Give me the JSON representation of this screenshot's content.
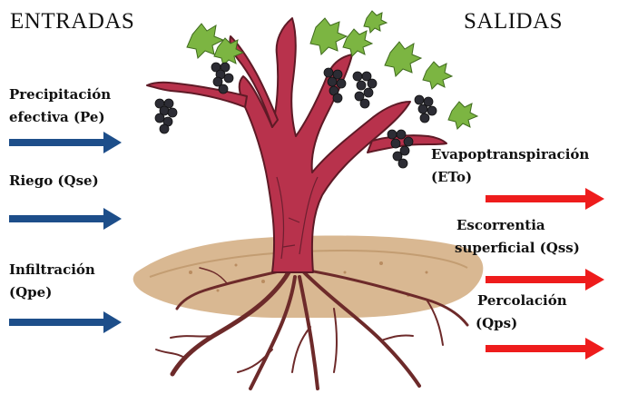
{
  "headings": {
    "inputs": "ENTRADAS",
    "outputs": "SALIDAS"
  },
  "inputs": [
    {
      "line1": "Precipitación",
      "line2": "efectiva (Pe)"
    },
    {
      "line1": "Riego (Qse)",
      "line2": ""
    },
    {
      "line1": "Infiltración",
      "line2": "(Qpe)"
    }
  ],
  "outputs": [
    {
      "line1": "Evapoptranspiración",
      "line2": "(ETo)"
    },
    {
      "line1": "Escorrentia",
      "line2": "superficial (Qss)"
    },
    {
      "line1": "Percolación",
      "line2": "(Qps)"
    }
  ],
  "colors": {
    "input_arrow": "#1d4e8a",
    "output_arrow": "#ee1c1c",
    "trunk": "#b8324c",
    "soil": "#d9b892",
    "leaf": "#7cb542",
    "grape": "#2c2c34"
  },
  "icons": {
    "illustration": "grapevine-illustration"
  }
}
